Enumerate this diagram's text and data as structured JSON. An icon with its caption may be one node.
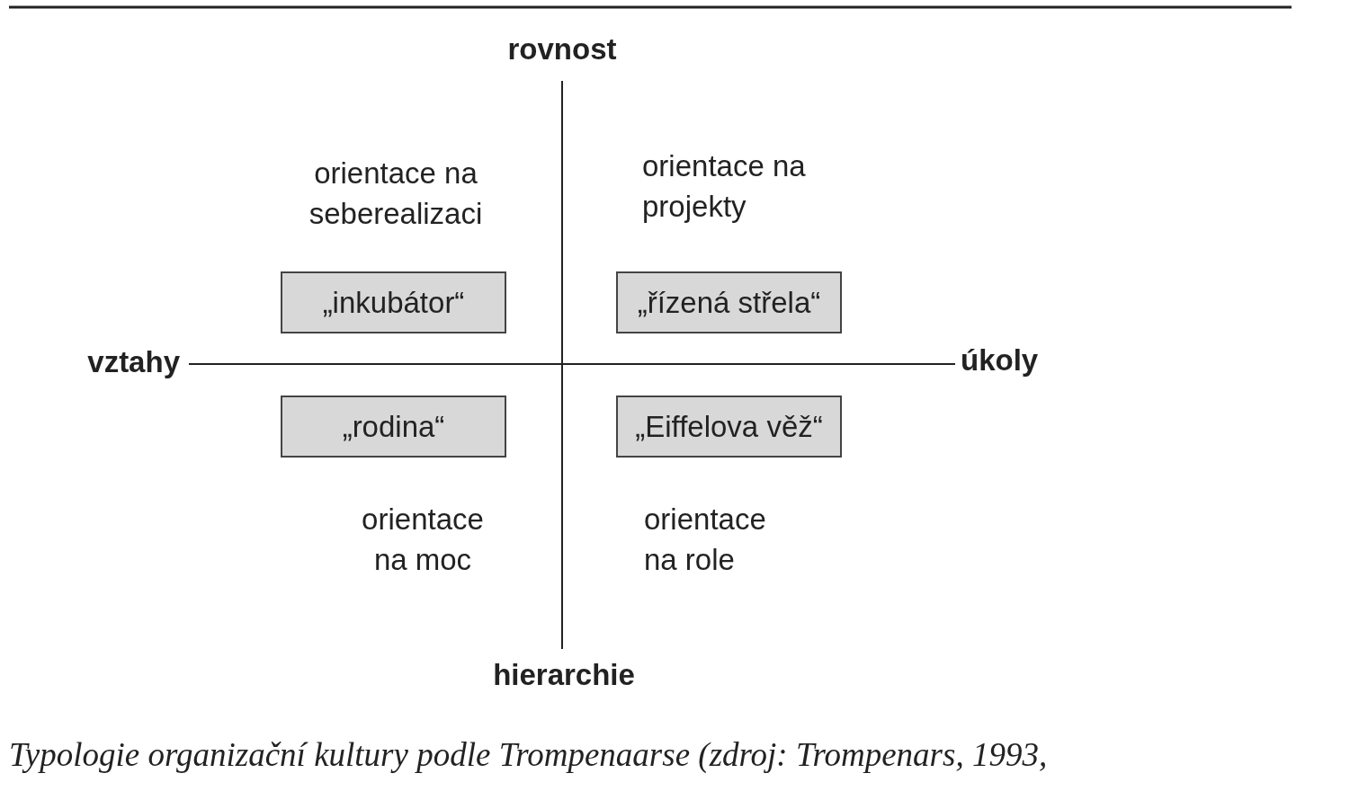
{
  "diagram": {
    "caption": "Typologie organizační kultury podle Trompenaarse (zdroj: Trompenars, 1993,",
    "nodes": [
      {
        "text": [
          "„inkubátor“"
        ]
      },
      {
        "text": [
          "„řízená střela“"
        ]
      },
      {
        "text": [
          "„rodina“"
        ]
      },
      {
        "text": [
          "„Eiffelova věž“"
        ]
      }
    ],
    "labels": [
      "rovnost",
      "orientace na seberealizaci",
      "orientace na projekty",
      "vztahy",
      "úkoly",
      "orientace na moc",
      "orientace na role",
      "hierarchie"
    ]
  }
}
